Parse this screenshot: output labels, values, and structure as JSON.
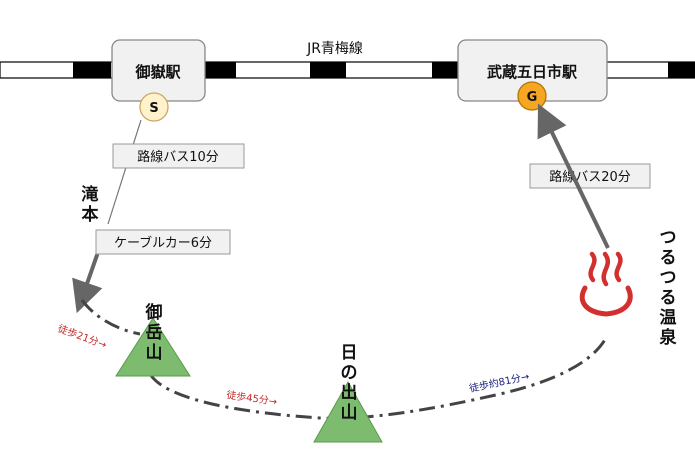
{
  "line": {
    "name": "JR青梅線"
  },
  "stations": {
    "start": {
      "name": "御嶽駅",
      "marker": "S",
      "marker_color": "#fff2cc"
    },
    "goal": {
      "name": "武蔵五日市駅",
      "marker": "G",
      "marker_color": "#f5a623"
    }
  },
  "segments": {
    "bus_to_takimoto": "路線バス10分",
    "takimoto": "滝本",
    "cable_car": "ケーブルカー6分",
    "walk_to_mitake": "徒歩21分→",
    "walk_to_hinodeyama": "徒歩45分→",
    "walk_to_onsen": "徒歩約81分→",
    "bus_to_goal": "路線バス20分"
  },
  "places": {
    "mitake_san": "御岳山",
    "hinode_yama": "日の出山",
    "onsen": "つるつる温泉"
  },
  "colors": {
    "mountain": "#7dbb6e",
    "onsen_icon": "#d32f2f",
    "route_line": "#666666",
    "walk_red": "#c62828",
    "walk_blue": "#1a237e"
  },
  "icons": {
    "onsen": "hot-spring-icon",
    "mountain": "mountain-icon"
  }
}
